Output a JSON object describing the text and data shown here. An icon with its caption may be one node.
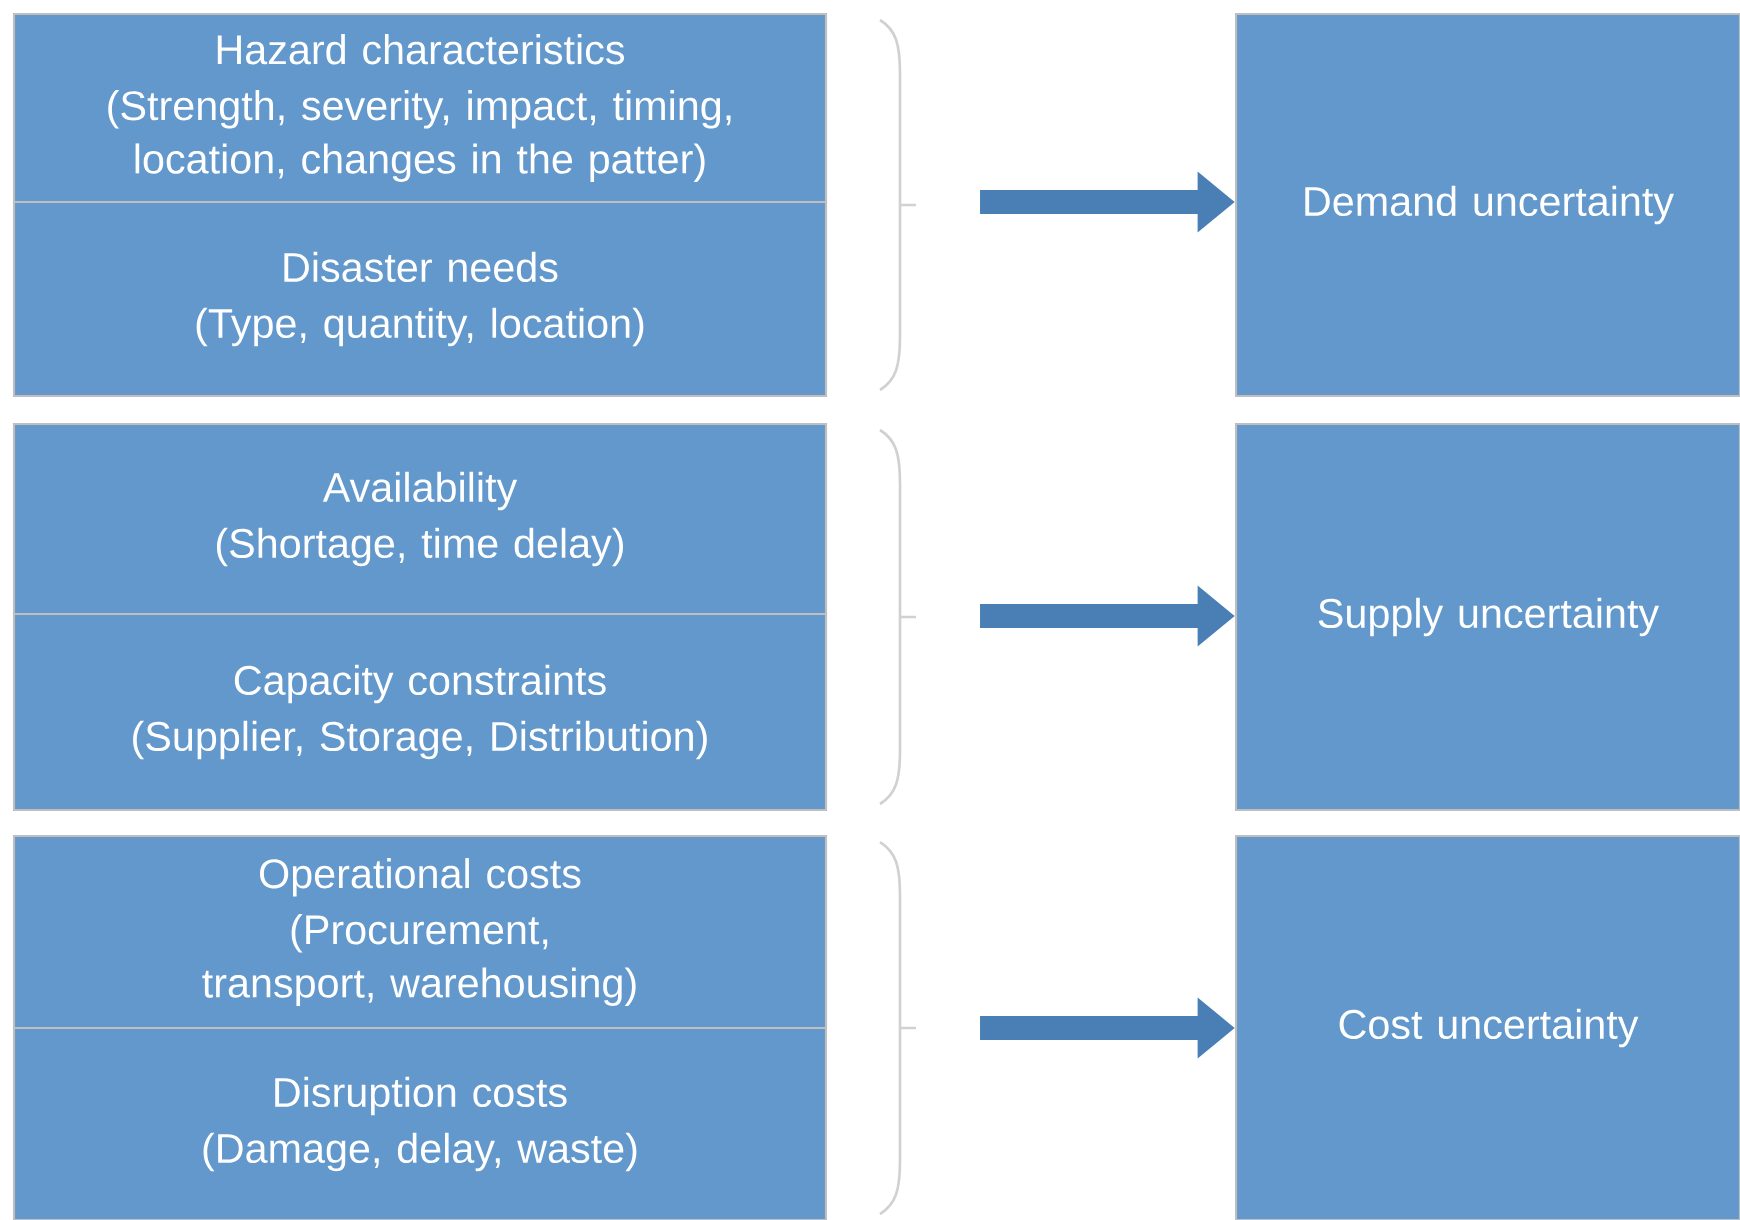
{
  "diagram": {
    "nodes": [
      {
        "text": [
          "Hazard characteristics",
          "(Strength, severity, impact, timing, location, changes in the patter)"
        ]
      },
      {
        "text": [
          "Disaster needs",
          "(Type, quantity, location)"
        ]
      },
      {
        "text": [
          "Availability",
          "(Shortage, time delay)"
        ]
      },
      {
        "text": [
          "Capacity constraints",
          "(Supplier, Storage, Distribution)"
        ]
      },
      {
        "text": [
          "Operational costs",
          "(Procurement, transport, warehousing)"
        ]
      },
      {
        "text": [
          "Disruption costs",
          "(Damage, delay, waste)"
        ]
      },
      {
        "text": [
          "Demand uncertainty"
        ]
      },
      {
        "text": [
          "Supply uncertainty"
        ]
      },
      {
        "text": [
          "Cost uncertainty"
        ]
      }
    ],
    "edges": [
      {
        "from": null,
        "to": 6,
        "arrow": "to"
      },
      {
        "from": null,
        "to": 7,
        "arrow": "to"
      },
      {
        "from": null,
        "to": 8,
        "arrow": "to"
      }
    ]
  }
}
